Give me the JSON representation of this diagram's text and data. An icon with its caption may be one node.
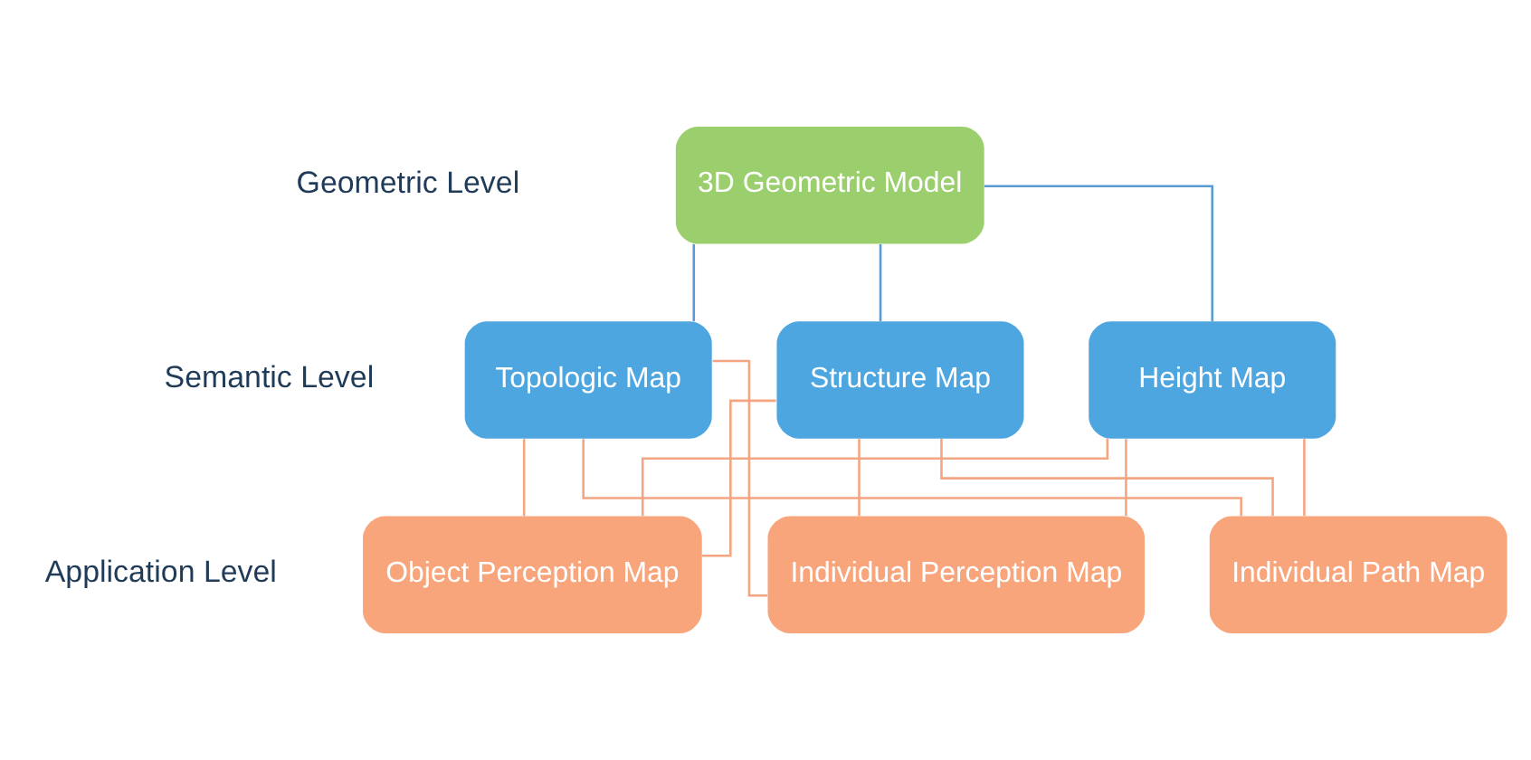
{
  "diagram": {
    "nodes": [
      {
        "text": [
          "3D Geometric Model"
        ]
      },
      {
        "text": [
          "Topologic Map"
        ]
      },
      {
        "text": [
          "Structure Map"
        ]
      },
      {
        "text": [
          "Height Map"
        ]
      },
      {
        "text": [
          "Object Perception Map"
        ]
      },
      {
        "text": [
          "Individual Perception Map"
        ]
      },
      {
        "text": [
          "Individual Path Map"
        ]
      }
    ],
    "edges": [
      {
        "from": 0,
        "to": 1,
        "arrow": "none",
        "color": "#5b9bd5"
      },
      {
        "from": 0,
        "to": 2,
        "arrow": "none",
        "color": "#5b9bd5"
      },
      {
        "from": 0,
        "to": 3,
        "arrow": "none",
        "color": "#5b9bd5"
      },
      {
        "from": 1,
        "to": 4,
        "arrow": "none"
      },
      {
        "from": 1,
        "to": 5,
        "arrow": "none"
      },
      {
        "from": 1,
        "to": 6,
        "arrow": "none"
      },
      {
        "from": 2,
        "to": 4,
        "arrow": "none"
      },
      {
        "from": 2,
        "to": 5,
        "arrow": "none"
      },
      {
        "from": 2,
        "to": 6,
        "arrow": "none"
      },
      {
        "from": 3,
        "to": 4,
        "arrow": "none"
      },
      {
        "from": 3,
        "to": 5,
        "arrow": "none"
      },
      {
        "from": 3,
        "to": 6,
        "arrow": "none"
      }
    ],
    "labels": [
      "Geometric Level",
      "Semantic Level",
      "Application Level"
    ]
  }
}
